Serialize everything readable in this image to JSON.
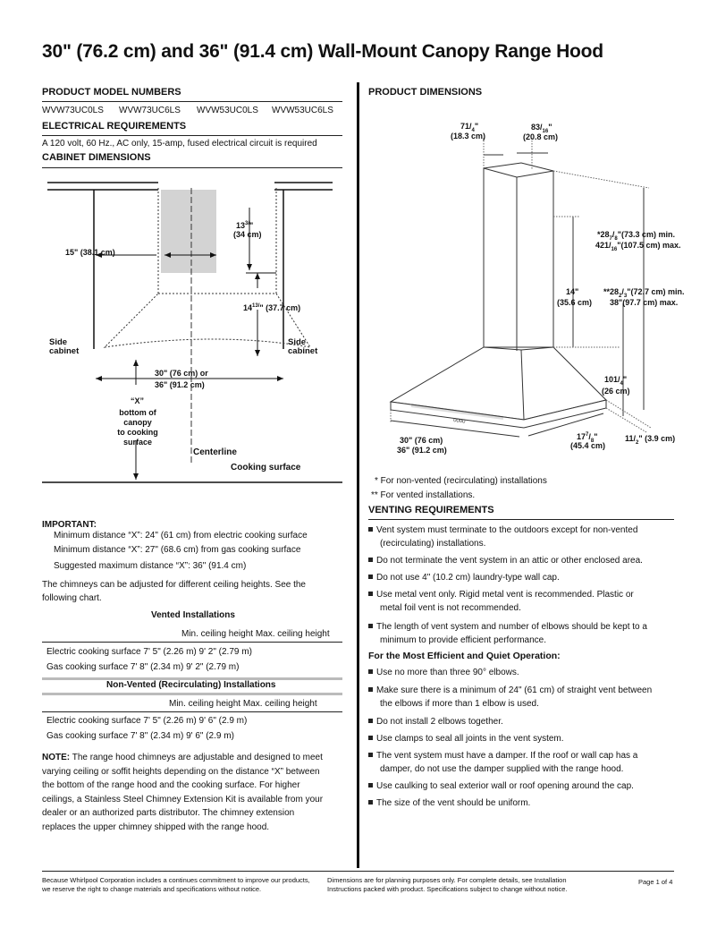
{
  "title": "30\" (76.2 cm) and 36\" (91.4 cm) Wall-Mount  Canopy Range Hood",
  "left": {
    "model_heading": "PRODUCT MODEL NUMBERS",
    "models": [
      "WVW73UC0LS",
      "WVW73UC6LS",
      "WVW53UC0LS",
      "WVW53UC6LS"
    ],
    "electrical_heading": "ELECTRICAL REQUIREMENTS",
    "electrical_text": "A 120 volt, 60 Hz., AC only, 15-amp, fused electrical circuit is required",
    "cabinet_heading": "CABINET DIMENSIONS",
    "diagram": {
      "dim_15": "15\" (38.1 cm)",
      "dim_13a": "13",
      "dim_13b": "3/",
      "dim_13c": "\"",
      "dim_34": "(34 cm)",
      "dim_14a": "14",
      "dim_14b": "13/",
      "dim_14c": "\" (37.7 cm)",
      "side_cabinet_left": "Side\ncabinet",
      "side_cabinet_right": "Side\ncabinet",
      "dim_30": "30\" (76 cm) or",
      "dim_36": "36\" (91.2 cm)",
      "x_label": "“X”",
      "bottom_label": "bottom of\ncanopy\nto cooking\nsurface",
      "centerline": "Centerline",
      "cooking_surface": "Cooking surface"
    },
    "important_heading": "IMPORTANT:",
    "important_items": [
      "Minimum distance “X”: 24\" (61 cm) from electric cooking surface",
      "Minimum distance “X”: 27\" (68.6 cm) from gas cooking surface",
      "Suggested maximum distance “X”: 36\" (91.4 cm)"
    ],
    "chimney_text": "The chimneys can be adjusted for different ceiling heights. See the following chart.",
    "vented_heading": "Vented Installations",
    "vented_cols": "Min. ceiling height Max. ceiling height",
    "vented_rows": [
      "Electric cooking surface 7' 5\" (2.26 m) 9' 2\" (2.79 m)",
      "Gas cooking surface 7' 8\" (2.34 m) 9' 2\" (2.79 m)"
    ],
    "nonvented_heading": "Non-Vented (Recirculating) Installations",
    "nonvented_cols": "Min. ceiling height Max. ceiling height",
    "nonvented_rows": [
      "Electric cooking surface 7' 5\" (2.26 m) 9' 6\" (2.9 m)",
      "Gas cooking surface 7' 8\" (2.34 m) 9' 6\" (2.9 m)"
    ],
    "note_label": "NOTE:",
    "note_text": " The range hood chimneys are adjustable and designed to meet varying ceiling or soffit heights depending on the distance “X” between the bottom of the range hood and the cooking surface. For higher ceilings, a Stainless Steel Chimney Extension Kit is available from your dealer or an authorized parts distributor. The chimney extension replaces the upper chimney shipped with the range hood."
  },
  "right": {
    "dims_heading": "PRODUCT DIMENSIONS",
    "diagram": {
      "d71a": "71/",
      "d71b": "4",
      "d71c": "\"",
      "d71cm": "(18.3 cm)",
      "d83a": "83/",
      "d83b": "16",
      "d83c": "\"",
      "d83cm": "(20.8 cm)",
      "d287a": "*28",
      "d287b": "7",
      "d287c": "/",
      "d287d": "8",
      "d287e": "\"(73.3 cm) min.",
      "d421a": "421/",
      "d421b": "16",
      "d421c": "\"(107.5 cm) max.",
      "d14": "14\"",
      "d14cm": "(35.6 cm)",
      "d282a": "**28",
      "d282b": "2",
      "d282c": "/",
      "d282d": "3",
      "d282e": "\"(72.7 cm) min.",
      "d38": "38\"(97.7 cm) max.",
      "d101a": "101/",
      "d101b": "4",
      "d101c": "\"",
      "d101cm": "(26 cm)",
      "d30": "30\" (76 cm)",
      "d36": "36\" (91.2 cm)",
      "d177a": "17",
      "d177b": "7",
      "d177c": "/",
      "d177d": "8",
      "d177e": "\"",
      "d177cm": "(45.4 cm)",
      "d11a": "11/",
      "d11b": "2",
      "d11c": "\" (3.9 cm)",
      "panel": "0000"
    },
    "footnote1": "* For non-vented (recirculating) installations",
    "footnote2": "** For vented installations.",
    "venting_heading": "VENTING REQUIREMENTS",
    "venting_items": [
      [
        "Vent system must terminate to the outdoors except for non-vented",
        "(recirculating) installations."
      ],
      [
        "Do not terminate the vent system in an attic or other enclosed area."
      ],
      [
        "Do not use 4\" (10.2 cm) laundry-type wall cap."
      ],
      [
        "Use metal vent only. Rigid metal vent is recommended. Plastic or",
        "metal foil vent is not recommended."
      ],
      [
        "The length of vent system and number of elbows should be kept to a",
        "minimum to provide efficient performance."
      ]
    ],
    "efficient_heading": "For the Most Efficient and Quiet Operation:",
    "efficient_items": [
      [
        "Use no more than three 90° elbows."
      ],
      [
        "Make sure there is a minimum of 24\" (61 cm) of straight vent between",
        "the elbows if more than 1 elbow is used."
      ],
      [
        "Do not install 2 elbows together."
      ],
      [
        "Use clamps to seal all joints in the vent system."
      ],
      [
        "The vent system must have a damper. If the roof or wall cap has a",
        "damper, do not use the damper supplied with the range hood."
      ],
      [
        "Use caulking to seal exterior wall or roof opening around the cap."
      ],
      [
        "The size of the vent should be uniform."
      ]
    ]
  },
  "footer": {
    "left": "Because Whirlpool Corporation includes a continues commitment to improve our products, we reserve the right to change materials and specifications without notice.",
    "middle": "Dimensions are for planning purposes only. For complete details, see Installation Instructions packed with product. Specifications subject to change without notice.",
    "page": "Page 1 of 4"
  }
}
